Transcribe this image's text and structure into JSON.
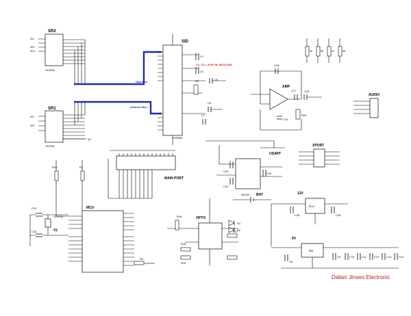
{
  "labels": {
    "sr2": "SR2",
    "sr1": "SR1",
    "sid": "SID",
    "note_c1c2": "C1, C2 = 22nF for MOS 6581",
    "data_bus": "Data Bus",
    "address_bus": "Address Bus",
    "amp": "AMP",
    "audio": "AUDIO",
    "xport": "XPORT",
    "usart": "USART",
    "main_port": "MAIN PORT",
    "mcu": "MCU",
    "crystal": "CRYSTAL",
    "opto": "OPTO",
    "v12": "12V",
    "v5": "5V",
    "bat": "BAT",
    "brand": "Dalian Jinseo Electronic",
    "d1": "D1",
    "d2": "D2",
    "r17": "R17",
    "r16": "R16",
    "r18": "R18",
    "r19": "R19",
    "r10": "R10",
    "r1": "R1",
    "r2": "R2",
    "r3": "R3",
    "r20": "R20",
    "r5": "R5",
    "r6": "R6",
    "r7": "R7",
    "r8": "R8",
    "c1": "C1",
    "c2": "C2",
    "c5": "C5",
    "c6": "C6",
    "c7": "C7",
    "c9": "C9",
    "c10": "C10",
    "c11": "C11",
    "c12": "C12",
    "c13": "C13",
    "c14": "C14",
    "c15": "C15",
    "c16": "C16",
    "c17": "C17",
    "c18": "C18",
    "c19": "C19",
    "c20": "C20",
    "c22": "C22",
    "c23": "C23",
    "c24": "C24",
    "c25": "C25",
    "c26": "C26",
    "c8": "C8",
    "x1": "X1",
    "sid_part": "MOS6581",
    "sr_part": "74HC595",
    "u_reg12": "78L12",
    "u_reg5": "7805",
    "max232": "MAX232"
  },
  "colors": {
    "wire": "#000000",
    "bus": "#1a2fb0",
    "brand": "#b31b1b",
    "note": "#d21c1c"
  }
}
